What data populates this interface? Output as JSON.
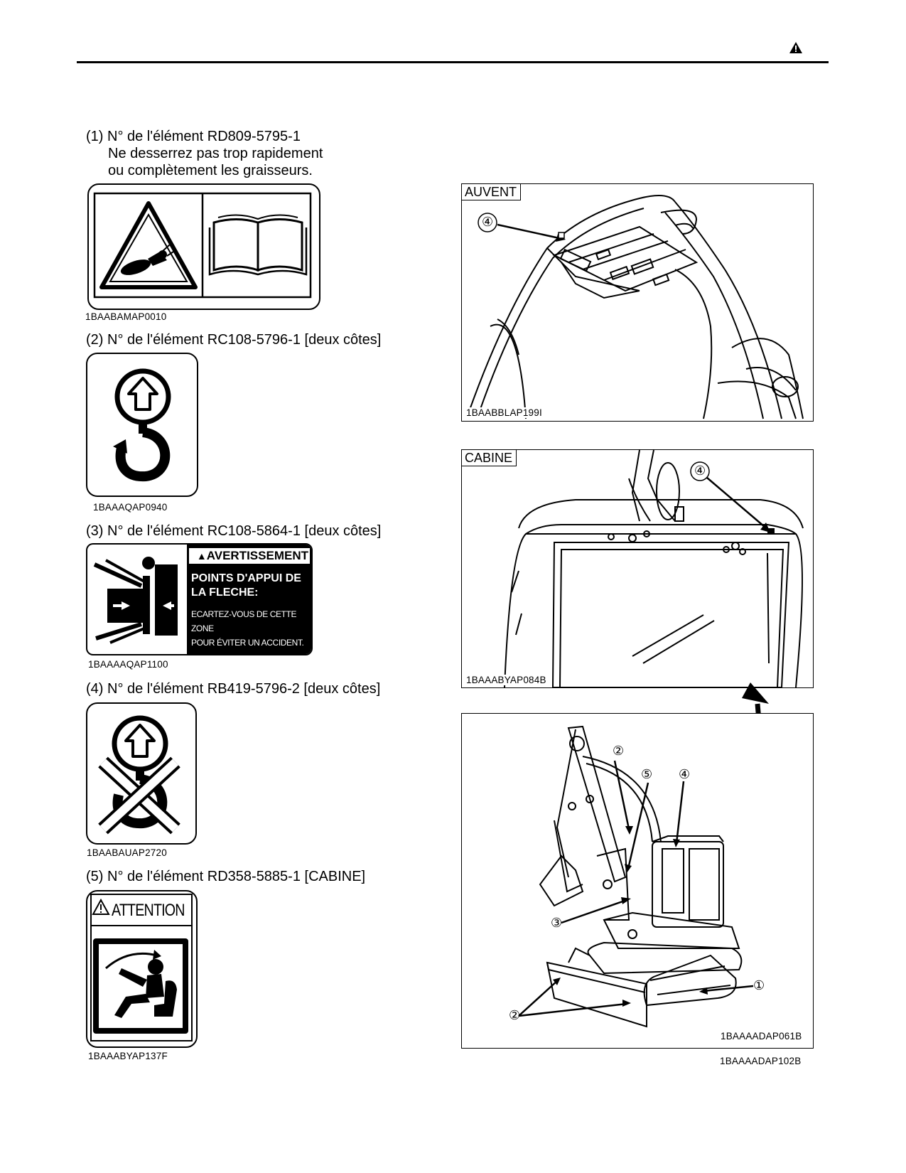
{
  "header": {
    "warning_icon": "warning-triangle-icon"
  },
  "items": [
    {
      "caption_lines": [
        "(1) N° de l'élément RD809-5795-1",
        "Ne desserrez pas trop rapidement",
        "ou complètement les graisseurs."
      ],
      "code": "1BAABAMAP0010"
    },
    {
      "caption": "(2) N° de l'élément RC108-5796-1 [deux côtes]",
      "code": "1BAAAQAP0940"
    },
    {
      "caption": "(3) N° de l'élément RC108-5864-1 [deux côtes]",
      "code": "1BAAAAQAP1100",
      "decal": {
        "title": "AVERTISSEMENT",
        "heading_lines": [
          "POINTS D'APPUI DE",
          "LA FLECHE:"
        ],
        "body_lines": [
          "ECARTEZ-VOUS DE CETTE ZONE",
          "POUR ÉVITER UN ACCIDENT."
        ]
      }
    },
    {
      "caption": "(4) N° de l'élément RB419-5796-2 [deux côtes]",
      "code": "1BAABAUAP2720"
    },
    {
      "caption": "(5) N° de l'élément RD358-5885-1 [CABINE]",
      "code": "1BAAABYAP137F",
      "decal": {
        "title": "ATTENTION"
      }
    }
  ],
  "figures": {
    "auvent": {
      "label": "AUVENT",
      "code": "1BAABBLAP199I",
      "callout": "④"
    },
    "cabine": {
      "label": "CABINE",
      "code": "1BAAABYAP084B",
      "callout": "④"
    },
    "machine": {
      "code_inner": "1BAAAADAP061B",
      "code_outer": "1BAAAADAP102B",
      "callouts": [
        "①",
        "②",
        "②",
        "③",
        "④",
        "⑤"
      ]
    }
  }
}
